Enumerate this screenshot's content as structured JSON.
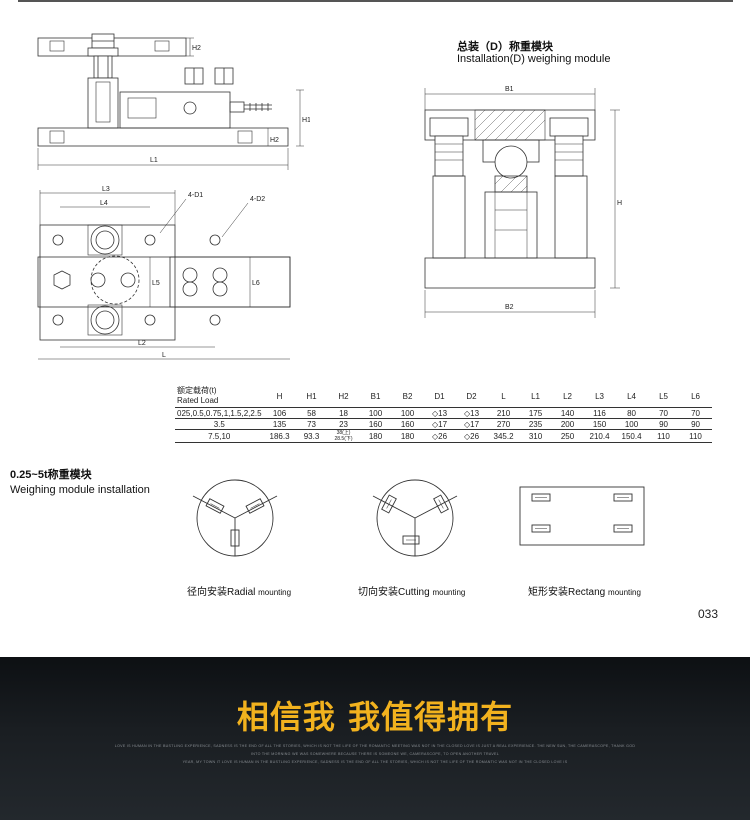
{
  "installation_d": {
    "title": "总装（D）称重模块",
    "subtitle": "Installation(D) weighing module"
  },
  "drawing_labels": {
    "h2": "H2",
    "h1": "H1",
    "l1": "L1",
    "l3": "L3",
    "l4": "L4",
    "d1": "4-D1",
    "d2": "4-D2",
    "l5": "L5",
    "l6": "L6",
    "l2": "L2",
    "l": "L",
    "b1": "B1",
    "b2": "B2",
    "h": "H"
  },
  "spec_table": {
    "header_cn": "额定载荷(t)",
    "header_en": "Rated Load",
    "columns": [
      "H",
      "H1",
      "H2",
      "B1",
      "B2",
      "D1",
      "D2",
      "L",
      "L1",
      "L2",
      "L3",
      "L4",
      "L5",
      "L6"
    ],
    "rows": [
      {
        "load": "025,0.5,0.75,1,1.5,2,2.5",
        "values": [
          "106",
          "58",
          "18",
          "100",
          "100",
          "◇13",
          "◇13",
          "210",
          "175",
          "140",
          "116",
          "80",
          "70",
          "70"
        ]
      },
      {
        "load": "3.5",
        "values": [
          "135",
          "73",
          "23",
          "160",
          "160",
          "◇17",
          "◇17",
          "270",
          "235",
          "200",
          "150",
          "100",
          "90",
          "90"
        ]
      },
      {
        "load": "7.5,10",
        "values": [
          "186.3",
          "93.3",
          "38(上)",
          "180",
          "180",
          "◇26",
          "◇26",
          "345.2",
          "310",
          "250",
          "210.4",
          "150.4",
          "110",
          "110"
        ],
        "h2_lower": "28.5(下)"
      }
    ]
  },
  "module_section": {
    "title": "0.25~5t称重模块",
    "subtitle": "Weighing module installation",
    "mountings": [
      {
        "cn": "径向安装",
        "en": "Radial",
        "suffix": "mounting"
      },
      {
        "cn": "切向安装",
        "en": "Cutting",
        "suffix": "mounting"
      },
      {
        "cn": "矩形安装",
        "en": "Rectang",
        "suffix": "mounting"
      }
    ]
  },
  "page_number": "033",
  "banner": {
    "slogan": "相信我 我值得拥有",
    "fine_lines": [
      "LOVE IS HUMAN IN THE BUSTLING EXPERIENCE, SADNESS IS THE END OF ALL THE STORIES, WHICH IS NOT THE LIFE OF THE ROMANTIC MEETING WAS NOT IN THE CLOSED LOVE IS JUST A REAL EXPERIENCE. THE NEW SUN, THE CAMERASCOPE, THANK GOD",
      "INTO THE MORNING WE WAS SOMEWHERE BECAUSE THERE IS SOMEONE WE, CAMERASCOPE, TO OPEN ANOTHER TRAVEL",
      "YEAR, MY TOWN IT LOVE IS HUMAN IN THE BUSTLING EXPERIENCE, SADNESS IS THE END OF ALL THE STORIES, WHICH IS NOT THE LIFE OF THE ROMANTIC WAS NOT IN THE CLOSED LOVE IS"
    ]
  },
  "colors": {
    "banner_bg": "#15191c",
    "slogan": "#f2b21e",
    "line": "#333333"
  }
}
